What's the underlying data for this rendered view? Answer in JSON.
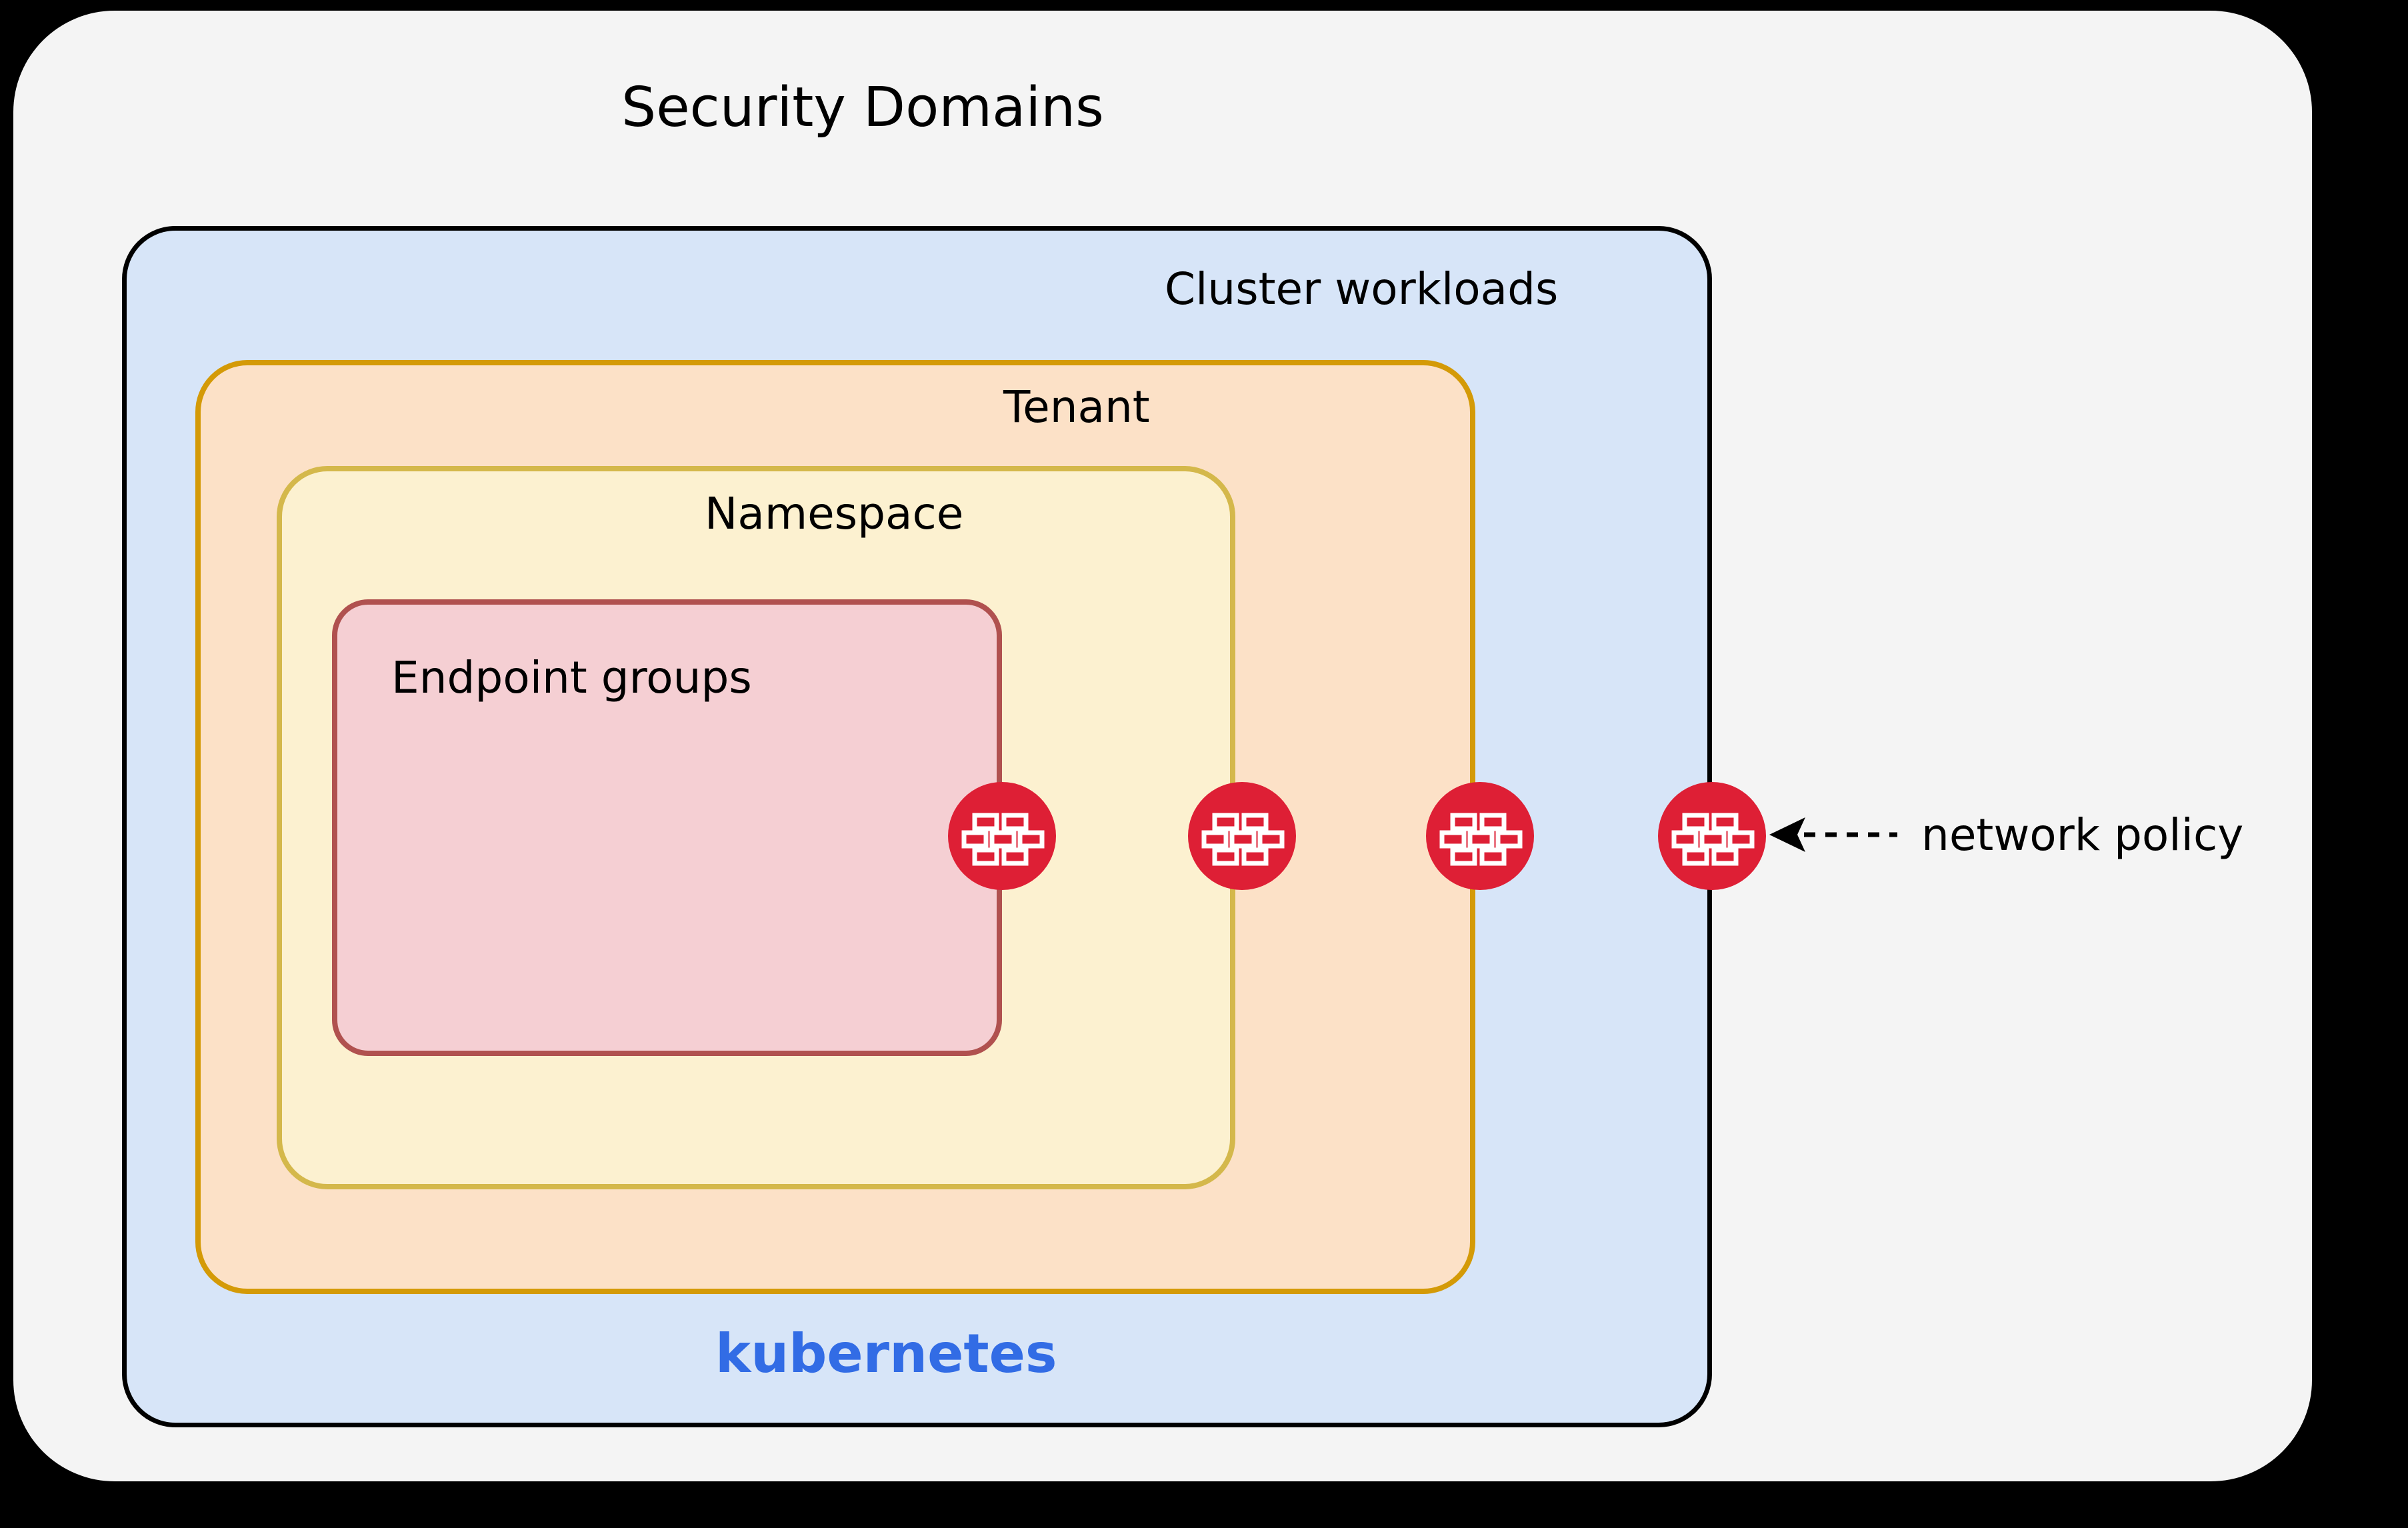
{
  "diagram": {
    "title": "Security Domains",
    "background_color": "#000000",
    "panel_color": "#f4f4f4",
    "layers": [
      {
        "id": "cluster",
        "label": "Cluster workloads",
        "fill": "#d7e5f8",
        "stroke": "#000000"
      },
      {
        "id": "tenant",
        "label": "Tenant",
        "fill": "#fce1c7",
        "stroke": "#d49a07"
      },
      {
        "id": "namespace",
        "label": "Namespace",
        "fill": "#fcf1d0",
        "stroke": "#d4b84b"
      },
      {
        "id": "endpoint",
        "label": "Endpoint groups",
        "fill": "#f5cfd3",
        "stroke": "#b0514f"
      }
    ],
    "platform_label": "kubernetes",
    "platform_color": "#326ce5",
    "annotation": {
      "label": "network policy",
      "arrow": "dashed-arrow-left-icon"
    },
    "policy_nodes": [
      {
        "icon": "firewall-icon",
        "on_boundary": "endpoint",
        "color": "#de1f35"
      },
      {
        "icon": "firewall-icon",
        "on_boundary": "namespace",
        "color": "#de1f35"
      },
      {
        "icon": "firewall-icon",
        "on_boundary": "tenant",
        "color": "#de1f35"
      },
      {
        "icon": "firewall-icon",
        "on_boundary": "cluster",
        "color": "#de1f35"
      }
    ]
  }
}
